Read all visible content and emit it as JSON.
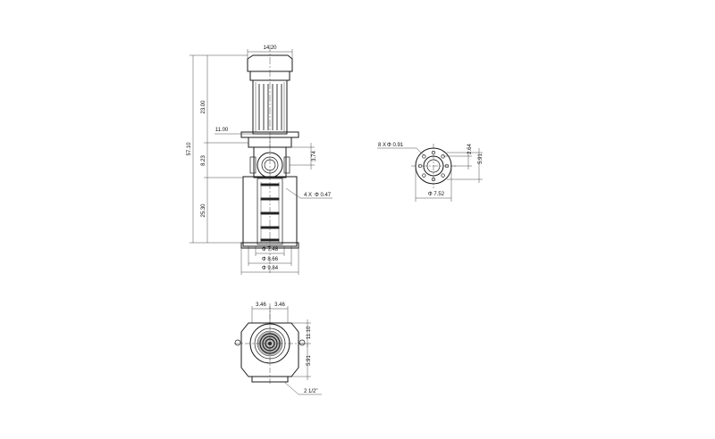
{
  "side_view": {
    "motor_width": "14.20",
    "overall_height": "57.10",
    "motor_height": "23.00",
    "middle_height": "8.23",
    "pump_height": "25.30",
    "offset": "11.00",
    "flange_height": "3.74",
    "bolt_note": "4 X",
    "bolt_size": "Φ 0.47",
    "dia_1": "Φ 7.48",
    "dia_2": "Φ 8.66",
    "dia_3": "Φ 9.84"
  },
  "flange_view": {
    "bolt_note": "8 X",
    "bolt_size": "Φ 0.91",
    "dim_a": "2.64",
    "dim_b": "5.91",
    "diameter": "Φ 7.52"
  },
  "top_view": {
    "left_half": "3.46",
    "right_half": "3.46",
    "upper_height": "11.10",
    "lower_height": "5.91",
    "pipe_size": "2 1/2\""
  }
}
